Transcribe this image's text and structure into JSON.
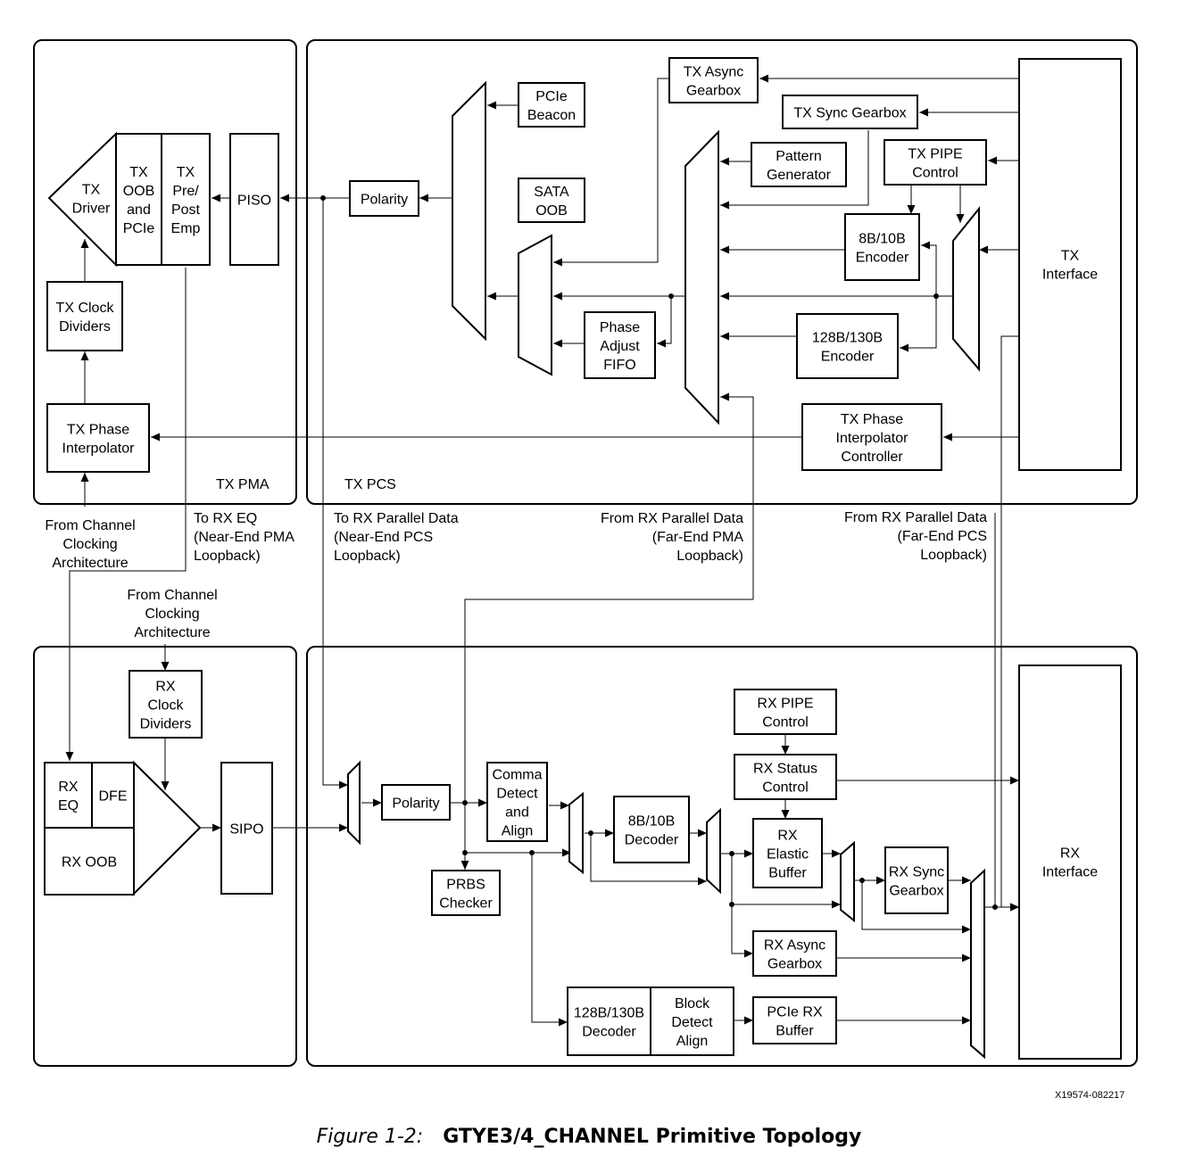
{
  "regions": {
    "tx_pma": "TX PMA",
    "tx_pcs": "TX PCS"
  },
  "blocks": {
    "tx_driver": [
      "TX",
      "Driver"
    ],
    "tx_oob": [
      "TX",
      "OOB",
      "and",
      "PCIe"
    ],
    "tx_emp": [
      "TX",
      "Pre/",
      "Post",
      "Emp"
    ],
    "piso": [
      "PISO"
    ],
    "tx_clock_dividers": [
      "TX Clock",
      "Dividers"
    ],
    "tx_phase_interp": [
      "TX Phase",
      "Interpolator"
    ],
    "tx_polarity": [
      "Polarity"
    ],
    "pcie_beacon": [
      "PCIe",
      "Beacon"
    ],
    "sata_oob": [
      "SATA",
      "OOB"
    ],
    "phase_adjust_fifo": [
      "Phase",
      "Adjust",
      "FIFO"
    ],
    "tx_async_gearbox": [
      "TX Async",
      "Gearbox"
    ],
    "tx_sync_gearbox": [
      "TX Sync Gearbox"
    ],
    "pattern_generator": [
      "Pattern",
      "Generator"
    ],
    "tx_pipe_control": [
      "TX PIPE",
      "Control"
    ],
    "enc_8b10b": [
      "8B/10B",
      "Encoder"
    ],
    "enc_128b130b": [
      "128B/130B",
      "Encoder"
    ],
    "tx_pi_controller": [
      "TX Phase",
      "Interpolator",
      "Controller"
    ],
    "tx_interface": [
      "TX",
      "Interface"
    ],
    "rx_clock_dividers": [
      "RX",
      "Clock",
      "Dividers"
    ],
    "rx_eq": [
      "RX",
      "EQ"
    ],
    "dfe": [
      "DFE"
    ],
    "rx_oob": [
      "RX OOB"
    ],
    "sipo": [
      "SIPO"
    ],
    "rx_polarity": [
      "Polarity"
    ],
    "comma_detect": [
      "Comma",
      "Detect",
      "and",
      "Align"
    ],
    "prbs_checker": [
      "PRBS",
      "Checker"
    ],
    "dec_8b10b": [
      "8B/10B",
      "Decoder"
    ],
    "rx_pipe_control": [
      "RX PIPE",
      "Control"
    ],
    "rx_status_control": [
      "RX Status",
      "Control"
    ],
    "rx_elastic_buffer": [
      "RX",
      "Elastic",
      "Buffer"
    ],
    "rx_sync_gearbox": [
      "RX Sync",
      "Gearbox"
    ],
    "rx_async_gearbox": [
      "RX Async",
      "Gearbox"
    ],
    "dec_128b130b": [
      "128B/130B",
      "Decoder"
    ],
    "block_detect_align": [
      "Block",
      "Detect",
      "Align"
    ],
    "pcie_rx_buffer": [
      "PCIe RX",
      "Buffer"
    ],
    "rx_interface": [
      "RX",
      "Interface"
    ]
  },
  "annotations": {
    "from_ch_clk_top": [
      "From Channel",
      "Clocking",
      "Architecture"
    ],
    "to_rx_eq": [
      "To RX EQ",
      "(Near-End PMA",
      "Loopback)"
    ],
    "to_rx_parallel": [
      "To RX Parallel Data",
      "(Near-End PCS",
      "Loopback)"
    ],
    "from_rx_far_pma": [
      "From RX Parallel Data",
      "(Far-End PMA",
      "Loopback)"
    ],
    "from_rx_far_pcs": [
      "From RX Parallel Data",
      "(Far-End PCS",
      "Loopback)"
    ],
    "from_ch_clk_rx": [
      "From Channel",
      "Clocking",
      "Architecture"
    ]
  },
  "figure_id": "X19574-082217",
  "caption": {
    "number": "Figure 1-2:",
    "title": "GTYE3/4_CHANNEL Primitive Topology"
  }
}
